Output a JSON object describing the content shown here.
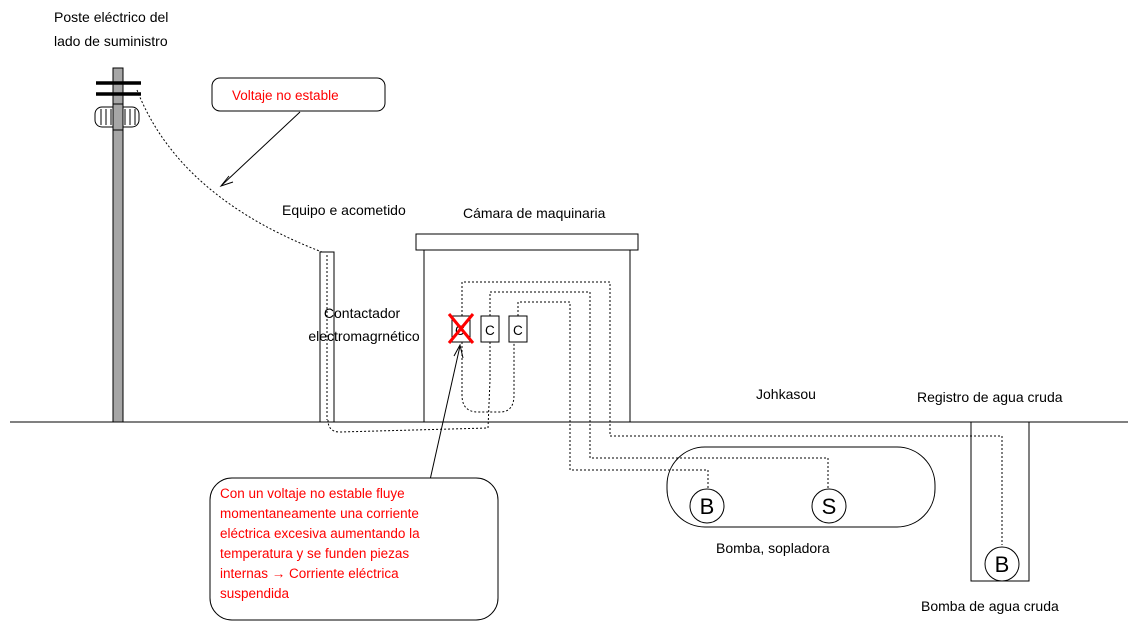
{
  "colors": {
    "line": "#000000",
    "alert": "#ff0000",
    "pole_fill": "#a6a6a6"
  },
  "labels": {
    "pole_title": [
      "Poste eléctrico del",
      "lado de suministro"
    ],
    "voltage_callout": "Voltaje no estable",
    "service_equipment": "Equipo e acometido",
    "machine_room": "Cámara de maquinaria",
    "contactor": [
      "Contactador",
      "electromagrnético"
    ],
    "johkasou": "Johkasou",
    "raw_water_pit": "Registro de agua cruda",
    "pump_blower": "Bomba,  sopladora",
    "raw_water_pump": "Bomba de agua cruda",
    "failure_note": [
      "Con un voltaje no estable fluye",
      "momentaneamente una corriente",
      "eléctrica excesiva aumentando la",
      "temperatura y se funden piezas",
      "internas → Corriente eléctrica",
      "suspendida"
    ]
  },
  "contactors": [
    {
      "letter": "C",
      "state": "failed",
      "mark": "red-x"
    },
    {
      "letter": "C",
      "state": "ok"
    },
    {
      "letter": "C",
      "state": "ok"
    }
  ],
  "equipment": {
    "pump": "B",
    "blower": "S",
    "raw_pump": "B"
  }
}
